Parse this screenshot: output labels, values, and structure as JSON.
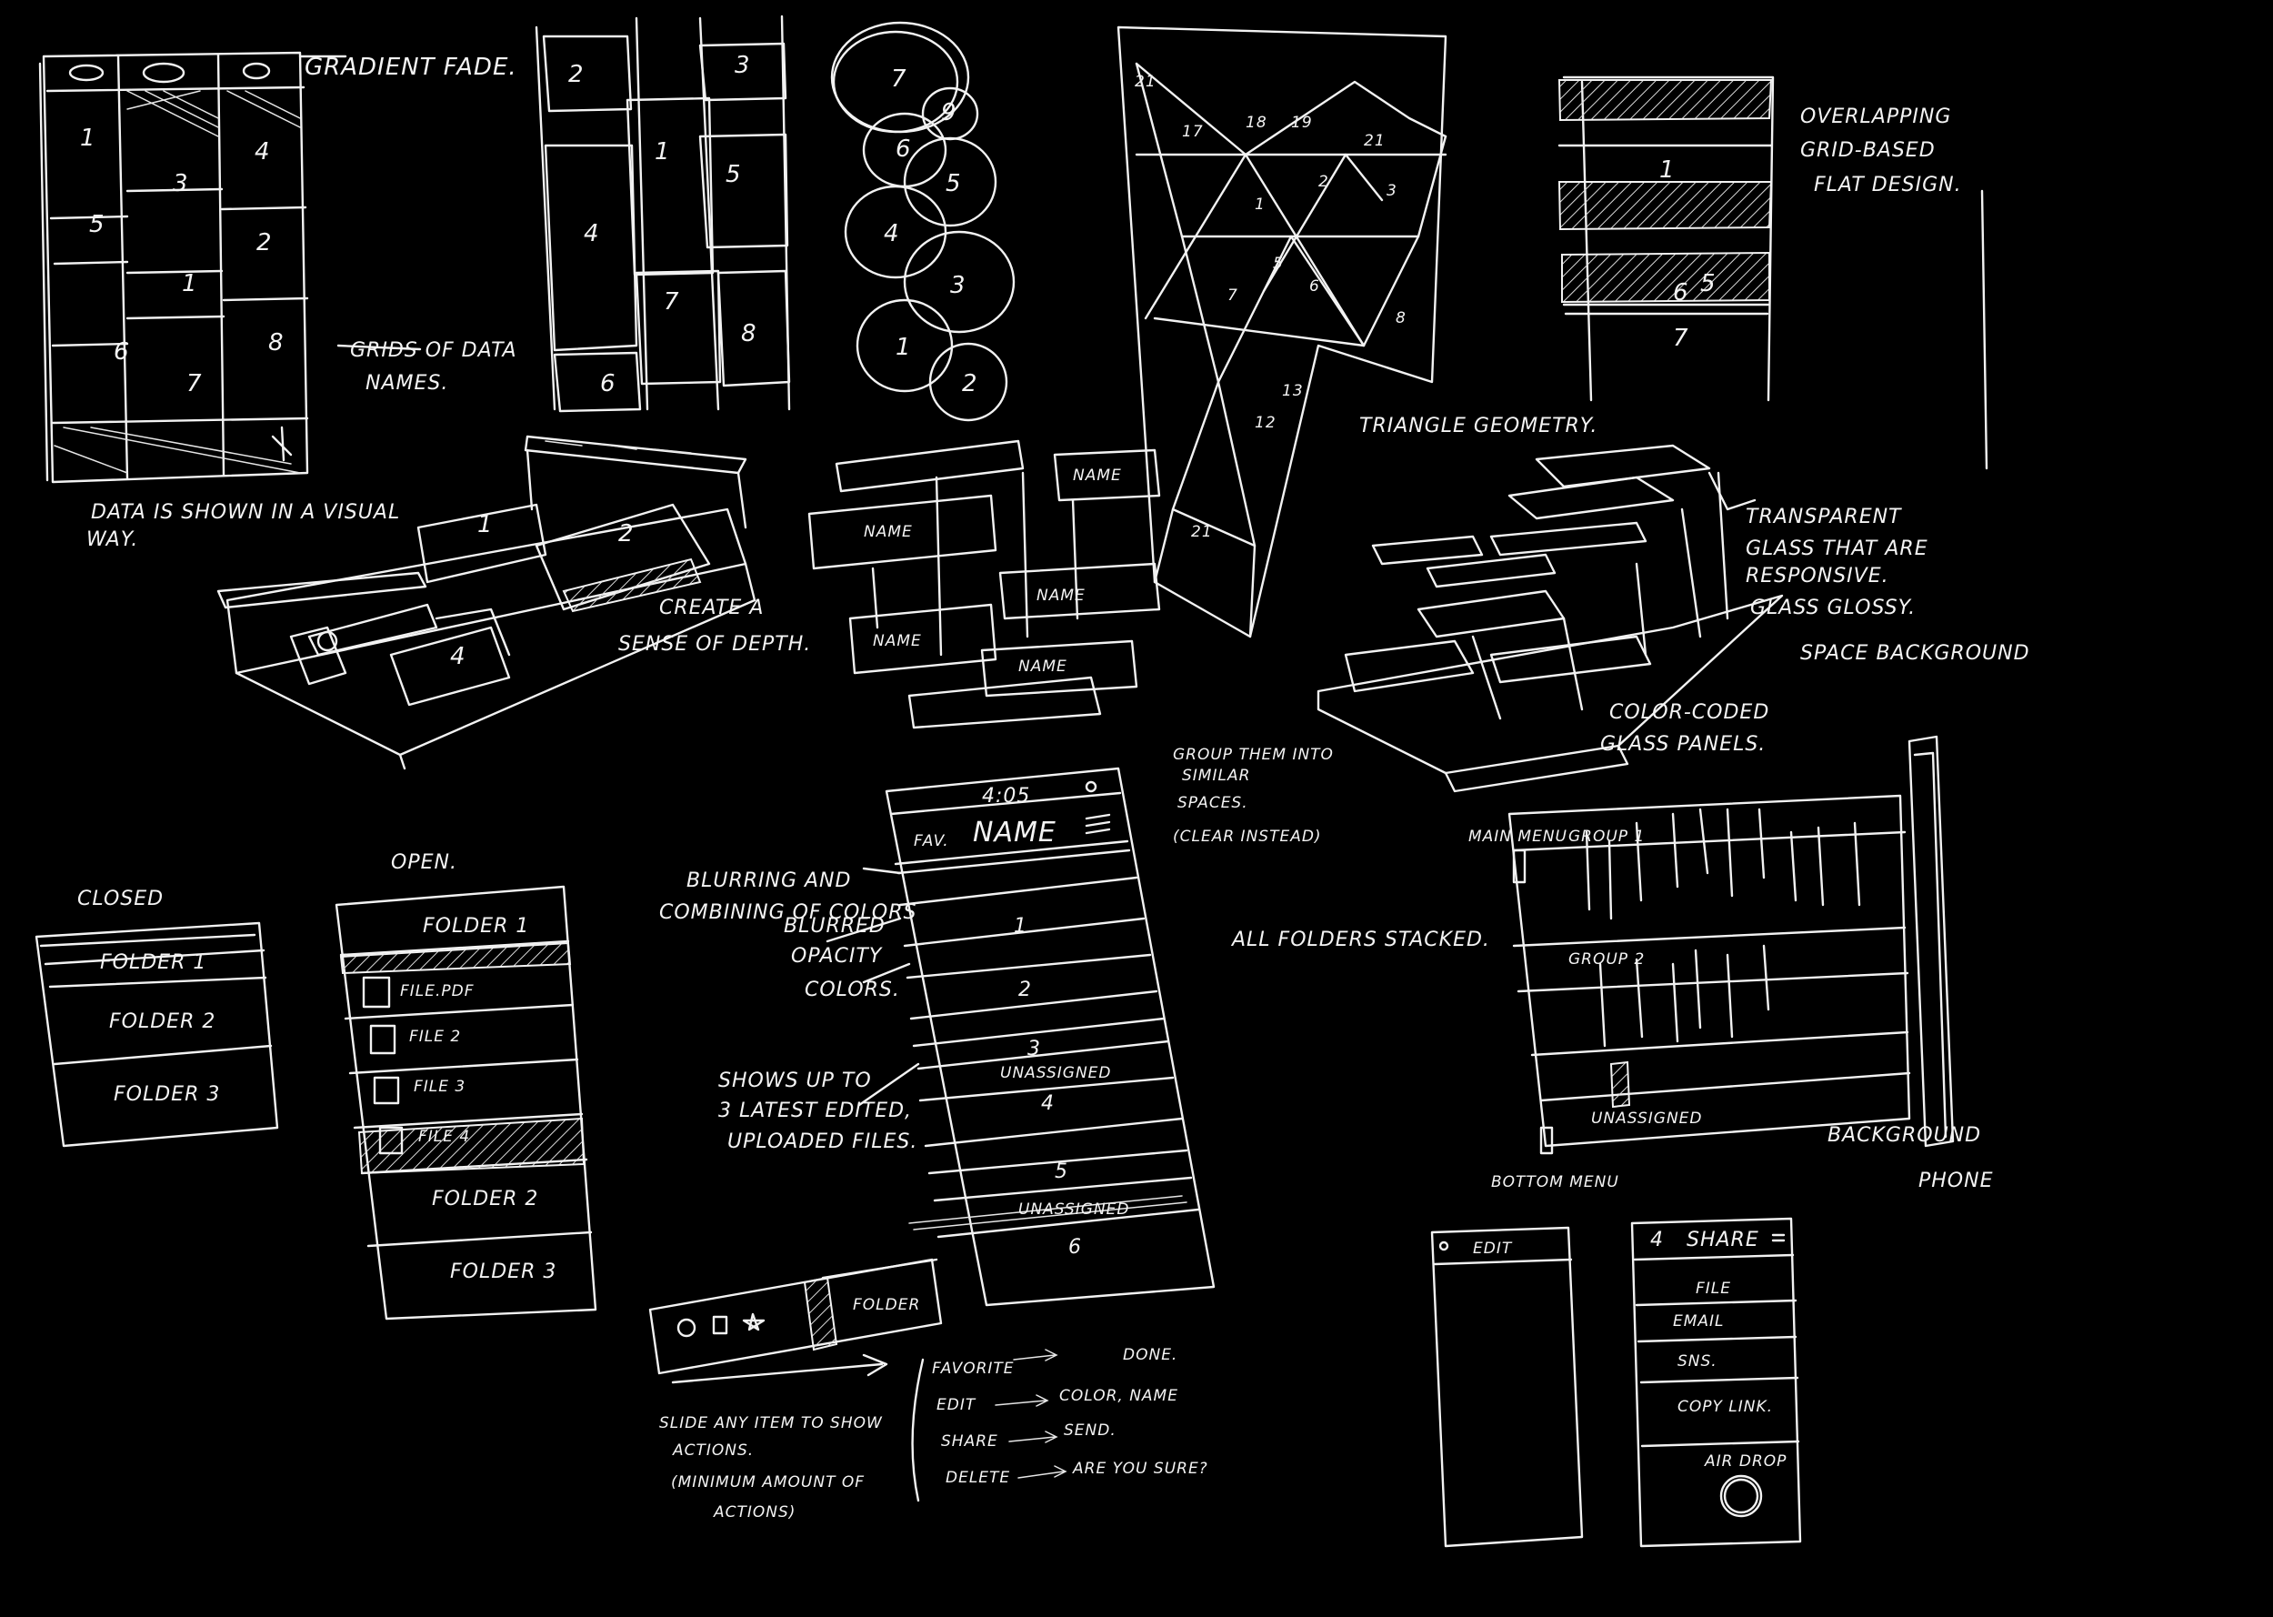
{
  "notes": {
    "gradient_fade": "GRADIENT FADE.",
    "grids_of_data_names": [
      "GRIDS OF DATA",
      "NAMES."
    ],
    "data_shown_visual": [
      "DATA IS SHOWN IN A VISUAL",
      "WAY."
    ],
    "create_depth": [
      "CREATE A",
      "SENSE OF DEPTH."
    ],
    "triangle_geometry": "TRIANGLE GEOMETRY.",
    "overlapping_grid": [
      "OVERLAPPING",
      "GRID-BASED",
      "FLAT DESIGN."
    ],
    "transparent_glass": [
      "TRANSPARENT",
      "GLASS THAT ARE",
      "RESPONSIVE."
    ],
    "glass_glossy": "GLASS GLOSSY.",
    "space_background": "SPACE BACKGROUND",
    "color_coded": [
      "COLOR-CODED",
      "GLASS PANELS."
    ],
    "group_them": [
      "GROUP THEM INTO",
      "SIMILAR",
      "SPACES."
    ],
    "clear_instead": "(CLEAR INSTEAD)",
    "all_folders_stacked": "ALL FOLDERS STACKED.",
    "blurring": [
      "BLURRING AND",
      "COMBINING OF COLORS"
    ],
    "blurred_opacity": [
      "BLURRED",
      "OPACITY",
      "COLORS."
    ],
    "shows_up_to": [
      "SHOWS UP TO",
      "3 LATEST EDITED,",
      "UPLOADED FILES."
    ],
    "slide_any_item": [
      "SLIDE ANY ITEM TO SHOW",
      "ACTIONS.",
      "(MINIMUM AMOUNT OF",
      "ACTIONS)"
    ],
    "closed": "CLOSED",
    "open": "OPEN."
  },
  "grid_sketch": {
    "cells": [
      "1",
      "3",
      "4",
      "5",
      "2",
      "1",
      "6",
      "7",
      "8"
    ]
  },
  "strips_sketch": {
    "cells": [
      "2",
      "3",
      "1",
      "4",
      "5",
      "7",
      "6",
      "8"
    ]
  },
  "bubbles": [
    "7",
    "9",
    "6",
    "5",
    "4",
    "3",
    "1",
    "2"
  ],
  "name_cards": [
    "NAME",
    "NAME",
    "NAME",
    "NAME",
    "NAME"
  ],
  "triangles": [
    "21",
    "17",
    "18",
    "19",
    "21",
    "1",
    "2",
    "3",
    "5",
    "6",
    "7",
    "8",
    "13",
    "12",
    "21"
  ],
  "folders_closed": [
    "FOLDER 1",
    "FOLDER 2",
    "FOLDER 3"
  ],
  "folders_open": {
    "folder1": "FOLDER 1",
    "files": [
      "FILE.PDF",
      "FILE 2",
      "FILE 3",
      "FILE 4"
    ],
    "folder2": "FOLDER 2",
    "folder3": "FOLDER 3"
  },
  "phone_list": {
    "time": "4:05",
    "fav": "FAV.",
    "title": "NAME",
    "rows": [
      "1",
      "2",
      "3",
      "4",
      "5",
      "6"
    ],
    "unassigned": [
      "UNASSIGNED",
      "UNASSIGNED"
    ]
  },
  "swipe": {
    "folder_label": "FOLDER"
  },
  "actions": [
    {
      "action": "FAVORITE",
      "result": "DONE."
    },
    {
      "action": "EDIT",
      "result": "COLOR, NAME"
    },
    {
      "action": "SHARE",
      "result": "SEND."
    },
    {
      "action": "DELETE",
      "result": "ARE YOU SURE?"
    }
  ],
  "stack_diagram": {
    "main_menu": "MAIN MENU",
    "group1": "GROUP 1",
    "group2": "GROUP 2",
    "unassigned": "UNASSIGNED",
    "bottom_menu": "BOTTOM MENU",
    "background": "BACKGROUND",
    "phone": "PHONE"
  },
  "edit_screen": {
    "title": "EDIT"
  },
  "share_screen": {
    "title": "SHARE",
    "items": [
      "FILE",
      "EMAIL",
      "SNS.",
      "COPY LINK."
    ],
    "airdrop": "AIR DROP"
  }
}
